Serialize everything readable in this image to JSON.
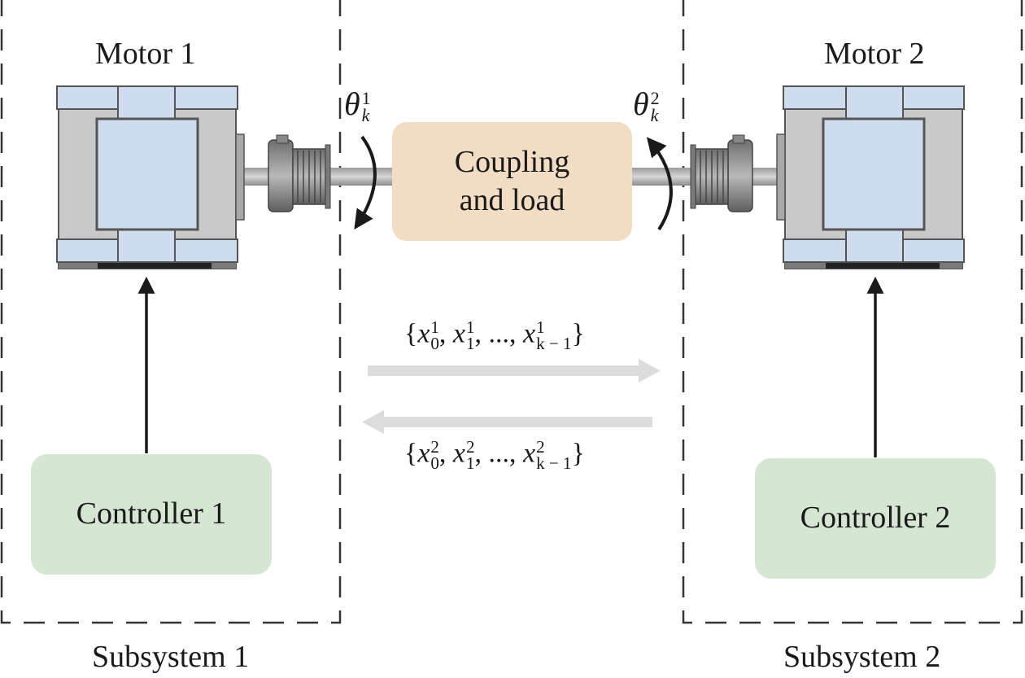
{
  "motors": [
    {
      "label": "Motor 1"
    },
    {
      "label": "Motor 2"
    }
  ],
  "controllers": [
    {
      "label": "Controller 1"
    },
    {
      "label": "Controller 2"
    }
  ],
  "subsystems": [
    {
      "label": "Subsystem 1"
    },
    {
      "label": "Subsystem 2"
    }
  ],
  "coupling": {
    "line1": "Coupling",
    "line2": "and load"
  },
  "angles": [
    {
      "symbol": "θ",
      "sup": "1",
      "sub": "k"
    },
    {
      "symbol": "θ",
      "sup": "2",
      "sub": "k"
    }
  ],
  "exchange": {
    "forward": {
      "sup": "1",
      "text": "{x01, x11, ..., xk − 11}"
    },
    "backward": {
      "sup": "2",
      "text": "{x02, x12, ..., xk − 12}"
    },
    "index_0": "0",
    "index_1": "1",
    "index_last": "k − 1",
    "variable": "x",
    "ellipsis": "...,"
  },
  "colors": {
    "controller_fill": "#d5e6d2",
    "coupling_fill": "#f2dcc4",
    "motor_frame": "#c8c8c8",
    "motor_panel": "#cfdbee",
    "shaft": "#c4c4c4",
    "arrow_gray": "#dcdcdc",
    "dash": "#333333"
  }
}
